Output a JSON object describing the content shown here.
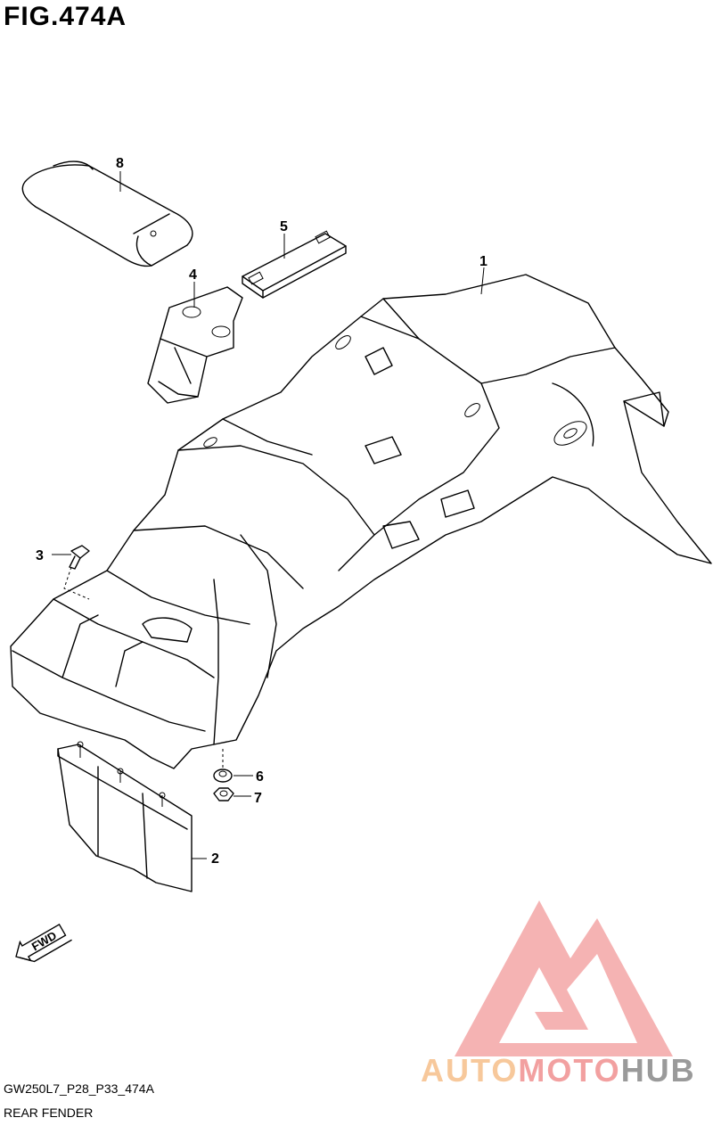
{
  "figure": {
    "title": "FIG.474A",
    "code": "GW250L7_P28_P33_474A",
    "caption": "REAR FENDER"
  },
  "parts": [
    {
      "number": "1"
    },
    {
      "number": "2"
    },
    {
      "number": "3"
    },
    {
      "number": "4"
    },
    {
      "number": "5"
    },
    {
      "number": "6"
    },
    {
      "number": "7"
    },
    {
      "number": "8"
    }
  ],
  "direction_badge": "FWD",
  "watermark": {
    "part1": "AUTO",
    "part2": "MOTO",
    "part3": "HUB",
    "colors": {
      "auto": "#f7c89b",
      "moto": "#f2a0a0",
      "hub": "#9a9a9a",
      "logo": "#f08a8a"
    }
  }
}
